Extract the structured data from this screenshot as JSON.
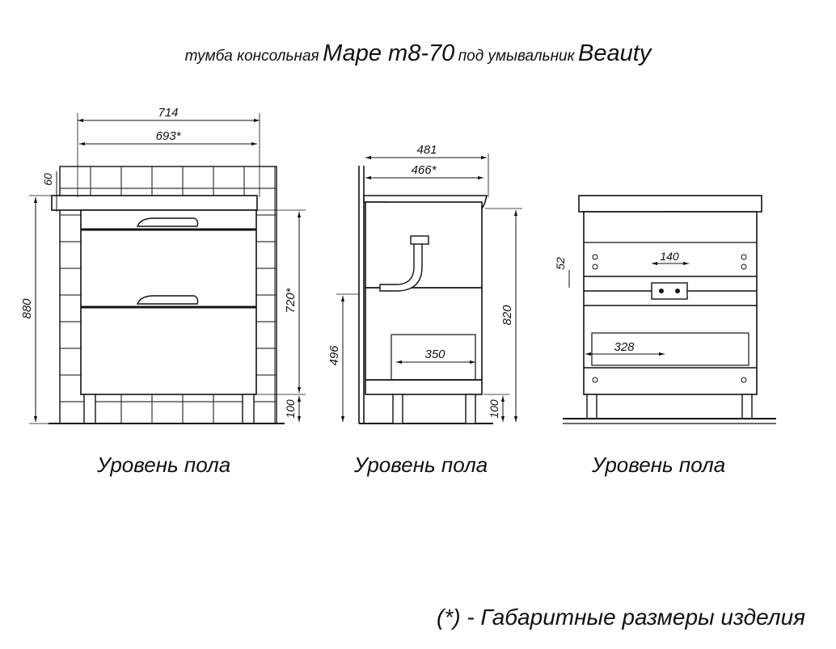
{
  "title": {
    "prefix": "тумба консольная",
    "model": "Марe т8-70",
    "middle": "под умывальник",
    "sink": "Beauty"
  },
  "floor_label": "Уровень пола",
  "footnote": "(*) - Габаритные размеры изделия",
  "front_view": {
    "width_overall": "714",
    "width_body": "693*",
    "countertop_height": "60",
    "total_height": "880",
    "body_height": "720*",
    "legs_height": "100"
  },
  "side_view": {
    "depth_overall": "481",
    "depth_body": "466*",
    "height_to_top": "820",
    "drain_height": "496",
    "drawer_depth": "350",
    "legs_height": "100"
  },
  "back_view": {
    "mount_height": "52",
    "mount_spacing": "140",
    "mount_offset": "328"
  }
}
